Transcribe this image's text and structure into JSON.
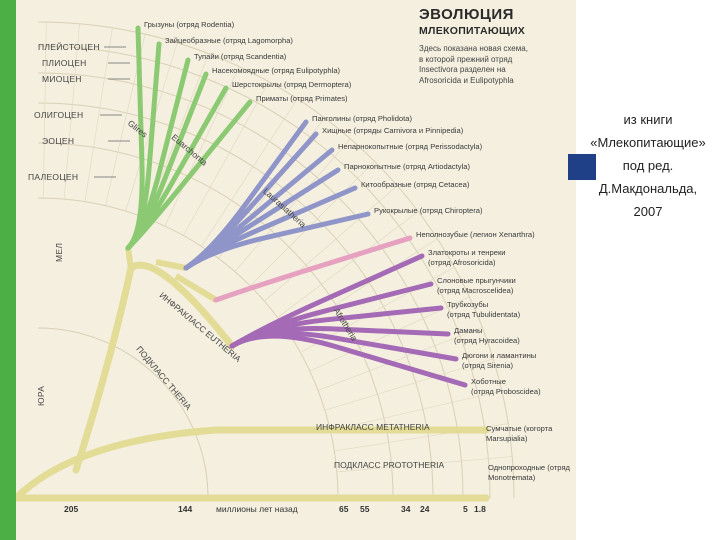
{
  "colors": {
    "stripe": "#4caf46",
    "background": "#f4efdf",
    "trunk": "#e3dc96",
    "glires": "#8cc973",
    "laurasiatheria": "#8f95c8",
    "afrotheria": "#a46ab5",
    "xenarthra": "#e6a0c0",
    "source_mark": "#1f3f86"
  },
  "title": "ЭВОЛЮЦИЯ",
  "subtitle": "МЛЕКОПИТАЮЩИХ",
  "note": "Здесь показана новая схема,\nв которой прежний отряд\nInsectivora разделен на\nAfrosoricida и Eulipotyphla",
  "periods": [
    "ПЛЕЙСТОЦЕН",
    "ПЛИОЦЕН",
    "МИОЦЕН",
    "ОЛИГОЦЕН",
    "ЭОЦЕН",
    "ПАЛЕОЦЕН",
    "МЕЛ",
    "ЮРА"
  ],
  "orders": [
    "Грызуны (отряд Rodentia)",
    "Зайцеобразные (отряд Lagomorpha)",
    "Тупайи (отряд Scandentia)",
    "Насекомоядные (отряд Eulipotyphla)",
    "Шерстокрылы (отряд Dermoptera)",
    "Приматы (отряд Primates)",
    "Панголины (отряд Pholidota)",
    "Хищные (отряды Carnivora и Pinnipedia)",
    "Непарнокопытные (отряд Perissodactyla)",
    "Парнокопытные (отряд Artiodactyla)",
    "Китообразные (отряд Cetacea)",
    "Рукокрылые (отряд Chiroptera)",
    "Неполнозубые (легион Xenarthra)",
    "Златокроты и тенреки\n(отряд Afrosoricida)",
    "Слоновые прыгунчики\n(отряд Macroscelidea)",
    "Трубкозубы\n(отряд Tubulidentata)",
    "Даманы\n(отряд Hyracoidea)",
    "Дюгони и ламантины\n(отряд Sirenia)",
    "Хоботные\n(отряд Proboscidea)",
    "Сумчатые (когорта\nMarsupialia)",
    "Однопроходные (отряд\nMonotremata)"
  ],
  "clades": {
    "glires": "Glires",
    "euarchonta": "Euarchonta",
    "laurasiatheria": "Laurasiatheria",
    "afrotheria": "Afrotheria",
    "eutheria": "ИНФРАКЛАСС EUTHERIA",
    "theria": "ПОДКЛАСС THERIA",
    "metatheria": "ИНФРАКЛАСС METATHERIA",
    "prototheria": "ПОДКЛАСС PROTOTHERIA"
  },
  "axis": {
    "ticks": [
      "205",
      "144",
      "65",
      "55",
      "34",
      "24",
      "5",
      "1.8"
    ],
    "label": "миллионы лет назад"
  },
  "source": "из книги\n«Млекопитающие»\nпод ред.\nД.Макдональда,\n2007"
}
